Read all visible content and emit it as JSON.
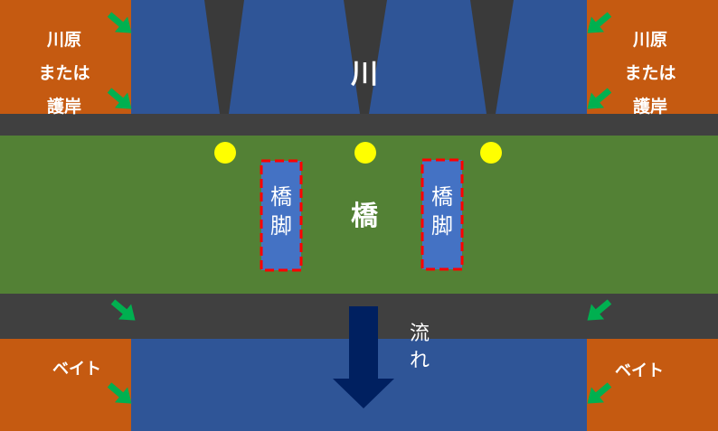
{
  "labels": {
    "river": "川",
    "bridge": "橋",
    "bank_left": [
      "川原",
      "または",
      "護岸"
    ],
    "bank_right": [
      "川原",
      "または",
      "護岸"
    ],
    "pier_left": [
      "橋",
      "脚"
    ],
    "pier_right": [
      "橋",
      "脚"
    ],
    "flow": [
      "流",
      "れ"
    ],
    "bait_left": "ベイト",
    "bait_right": "ベイト"
  },
  "colors": {
    "river": "#2f5597",
    "bank": "#c55a11",
    "road": "#404040",
    "bridge_deck": "#538135",
    "pier_fill": "#4472c4",
    "pier_border": "#ff0000",
    "marker": "#ffff00",
    "arrow_green": "#00b050",
    "flow_arrow": "#002060",
    "text": "#ffffff"
  },
  "icons": {
    "light": "yellow-circle",
    "bait_arrow": "green-arrow",
    "flow": "down-arrow"
  }
}
